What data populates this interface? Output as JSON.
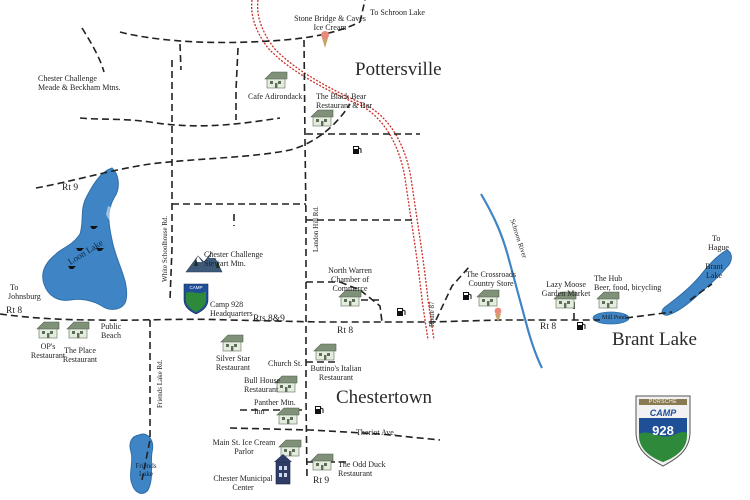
{
  "towns": {
    "pottersville": "Pottersville",
    "chestertown": "Chestertown",
    "brant_lake": "Brant Lake"
  },
  "routes": {
    "rt9_north": "Rt 9",
    "rt8_west": "Rt 8",
    "rt8_mid": "Rt 8",
    "rt8_east": "Rt 8",
    "rt8_9": "Rts 8&9",
    "rt9_south": "Rt 9",
    "route87": "Route 87"
  },
  "roads": {
    "white_schoolhouse": "White Schoolhouse Rd.",
    "landon_hill": "Landon Hill Rd.",
    "friends_lake_rd": "Friends Lake Rd.",
    "church_st": "Church St.",
    "theriot_ave": "Theriot Ave."
  },
  "water": {
    "loon_lake": "Loon Lake",
    "friends_lake": "Friends Lake",
    "brant_lake_label": "Brant Lake",
    "mill_pond": "Mill Pond",
    "schroon_river": "Schroon River"
  },
  "directions": {
    "to_schroon_lake": "To Schroon Lake",
    "to_johnsburg_1": "To",
    "to_johnsburg_2": "Johnsburg",
    "to_hague_1": "To",
    "to_hague_2": "Hague"
  },
  "places": {
    "stone_bridge_1": "Stone Bridge & Caves",
    "stone_bridge_2": "Ice Cream",
    "cafe_adirondack": "Cafe Adirondack",
    "black_bear_1": "The Black Bear",
    "black_bear_2": "Restaurant & Bar",
    "meade_1": "Chester Challenge",
    "meade_2": "Meade & Beckham Mtns.",
    "stewart_1": "Chester Challenge",
    "stewart_2": "Stewart Mtn.",
    "camp928_hq_1": "Camp 928",
    "camp928_hq_2": "Headquarters",
    "north_warren_1": "North Warren",
    "north_warren_2": "Chamber of",
    "north_warren_3": "Commerce",
    "crossroads_1": "The Crossroads",
    "crossroads_2": "Country Store",
    "lazy_moose_1": "Lazy Moose",
    "lazy_moose_2": "Garden Market",
    "hub_1": "The Hub",
    "hub_2": "Beer, food, bicycling",
    "ops_1": "OP's",
    "ops_2": "Restaurant",
    "place_1": "The Place",
    "place_2": "Restaurant",
    "public_beach_1": "Public",
    "public_beach_2": "Beach",
    "silver_star_1": "Silver Star",
    "silver_star_2": "Restaurant",
    "buttinos_1": "Buttino's Italian",
    "buttinos_2": "Restaurant",
    "bull_house_1": "Bull House",
    "bull_house_2": "Restaurant",
    "panther_1": "Panther Mtn.",
    "panther_2": "Inn",
    "main_st_1": "Main St. Ice Cream",
    "main_st_2": "Parlor",
    "odd_duck_1": "The Odd Duck",
    "odd_duck_2": "Restaurant",
    "municipal_1": "Chester Municipal",
    "municipal_2": "Center"
  },
  "logo": {
    "brand": "PORSCHE",
    "camp": "CAMP",
    "number": "928"
  },
  "colors": {
    "water": "#3f84c4",
    "water_edge": "#2f6ea8",
    "roads": "#222222",
    "highway": "#c8302a",
    "text": "#1e1e1e",
    "building_wall": "#e4ebdf",
    "building_roof": "#7f9178",
    "municipal_building": "#2f3d66",
    "logo_green": "#2e8a3a",
    "logo_blue": "#1f4f96"
  }
}
